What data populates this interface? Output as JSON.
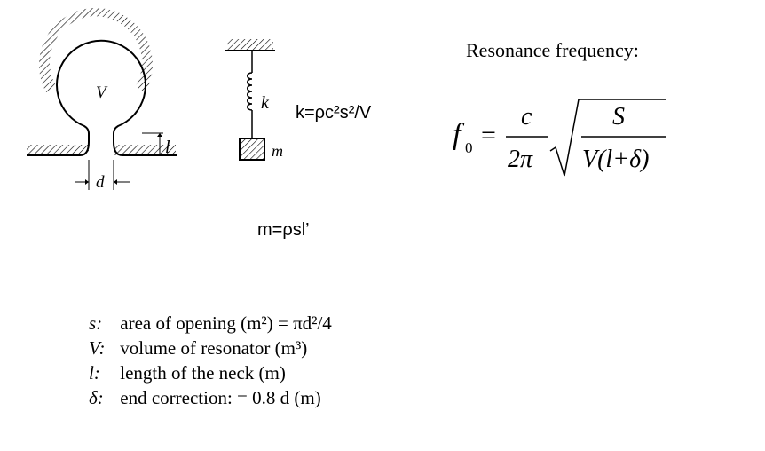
{
  "resonator": {
    "volume_label": "V",
    "neck_length_label": "l",
    "opening_diameter_label": "d"
  },
  "spring_mass": {
    "spring_label": "k",
    "mass_label": "m",
    "stiffness_formula": "k=ρc²s²/V",
    "mass_formula": "m=ρsl’"
  },
  "resonance": {
    "title": "Resonance frequency:",
    "f_symbol": "f",
    "f_subscript": "0",
    "equals": "=",
    "numerator_left": "c",
    "denominator_left": "2π",
    "numerator_right": "S",
    "denominator_right": "V(l+δ)"
  },
  "legend": [
    {
      "symbol": "s:",
      "text": "area of opening (m²) = πd²/4"
    },
    {
      "symbol": "V:",
      "text": "volume of resonator (m³)"
    },
    {
      "symbol": "l:",
      "text": "length of the neck (m)"
    },
    {
      "symbol": "δ:",
      "text": "end correction: = 0.8 d (m)"
    }
  ]
}
